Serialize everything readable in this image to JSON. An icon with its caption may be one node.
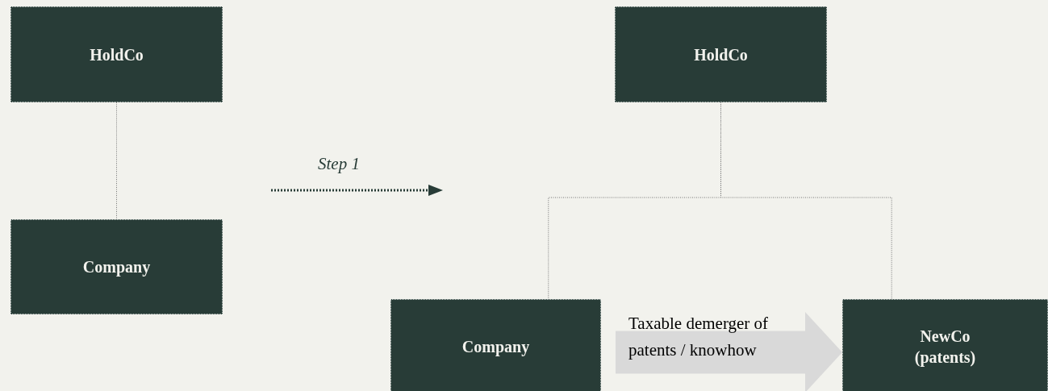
{
  "diagram": {
    "nodes": [
      {
        "text": [
          "HoldCo"
        ]
      },
      {
        "text": [
          "Company"
        ]
      },
      {
        "text": [
          "HoldCo"
        ]
      },
      {
        "text": [
          "Company"
        ]
      },
      {
        "text": [
          "NewCo (patents)"
        ]
      }
    ],
    "edges": [
      {
        "from": 0,
        "to": 1,
        "arrow": "none",
        "style": "dashed"
      },
      {
        "from": 2,
        "to": 3,
        "arrow": "none",
        "style": "dashed"
      },
      {
        "from": 2,
        "to": 4,
        "arrow": "none",
        "style": "dashed"
      },
      {
        "from": 3,
        "to": 4,
        "arrow": "to",
        "style": "thick",
        "color": "#d9d9d9",
        "label": "Taxable demerger of patents / knowhow"
      }
    ],
    "labels": [
      "Step 1"
    ]
  }
}
